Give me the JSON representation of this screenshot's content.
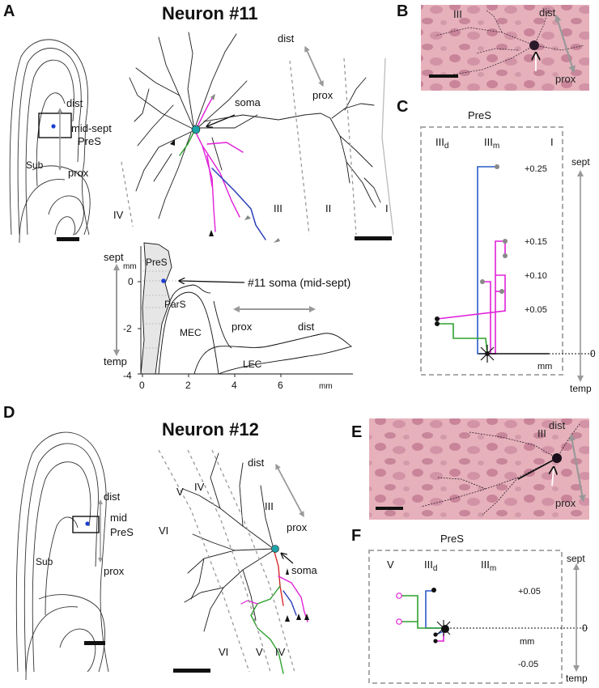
{
  "panels": {
    "A": {
      "label": "A",
      "title": "Neuron #11",
      "atlas": {
        "dist": "dist",
        "region": "mid-sept",
        "region2": "PreS",
        "sub": "Sub",
        "prox": "prox"
      },
      "trace": {
        "soma": "soma",
        "dist": "dist",
        "prox": "prox",
        "layers": [
          "IV",
          "III",
          "II",
          "I"
        ]
      }
    },
    "B": {
      "label": "B",
      "layer": "III",
      "dist": "dist",
      "prox": "prox"
    },
    "C": {
      "label": "C",
      "region": "PreS",
      "layers": [
        "III",
        "III",
        "I"
      ],
      "layer_subs": [
        "d",
        "m"
      ],
      "ticks": [
        "+0.25",
        "+0.15",
        "+0.10",
        "+0.05",
        "0"
      ],
      "unit": "mm",
      "sept": "sept",
      "temp": "temp"
    },
    "map": {
      "sept": "sept",
      "temp": "temp",
      "unit_y": "mm",
      "unit_x": "mm",
      "y_ticks": [
        "0",
        "-2",
        "-4"
      ],
      "x_ticks": [
        "0",
        "2",
        "4",
        "6"
      ],
      "regions": [
        "PreS",
        "ParS",
        "MEC",
        "LEC"
      ],
      "soma_note": "#11 soma (mid-sept)",
      "prox": "prox",
      "dist": "dist"
    },
    "D": {
      "label": "D",
      "title": "Neuron #12",
      "atlas": {
        "dist": "dist",
        "region": "mid",
        "region2": "PreS",
        "sub": "Sub",
        "prox": "prox"
      },
      "trace": {
        "soma": "soma",
        "dist": "dist",
        "prox": "prox",
        "layers": [
          "V",
          "IV",
          "VI",
          "III",
          "VI",
          "V",
          "IV"
        ]
      }
    },
    "E": {
      "label": "E",
      "layer": "III",
      "dist": "dist",
      "prox": "prox"
    },
    "F": {
      "label": "F",
      "region": "PreS",
      "layers": [
        "V",
        "III",
        "III"
      ],
      "layer_subs": [
        "d",
        "m"
      ],
      "ticks": [
        "+0.05",
        "0",
        "-0.05"
      ],
      "unit": "mm",
      "sept": "sept",
      "temp": "temp"
    }
  },
  "colors": {
    "magenta": "#e020d8",
    "blue": "#2a5cc8",
    "green": "#2fa12f",
    "gray": "#a8a8a8",
    "tissue": "#e9b6bf",
    "region_fill": "#e6e6e6"
  }
}
